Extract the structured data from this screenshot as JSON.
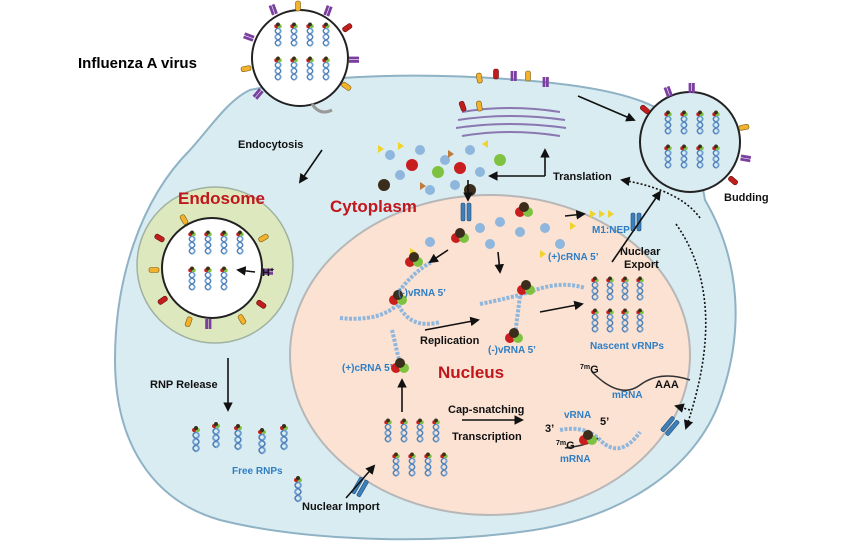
{
  "labels": {
    "title": "Influenza A virus",
    "endocytosis": "Endocytosis",
    "endosome": "Endosome",
    "cytoplasm": "Cytoplasm",
    "nucleus": "Nucleus",
    "h_plus": "H",
    "h_plus_sup": "+",
    "rnp_release": "RNP Release",
    "free_rnps": "Free RNPs",
    "nuclear_import": "Nuclear Import",
    "translation": "Translation",
    "budding": "Budding",
    "m1_nep": "M1:NEP",
    "nuclear_export_1": "Nuclear",
    "nuclear_export_2": "Export",
    "pos_crna_top": "(+)cRNA 5’",
    "neg_vrna_left": "(-)vRNA 5’",
    "replication": "Replication",
    "neg_vrna_mid": "(-)vRNA 5’",
    "pos_crna_left": "(+)cRNA 5’",
    "nascent_vrnps": "Nascent vRNPs",
    "cap_snatching": "Cap-snatching",
    "transcription": "Transcription",
    "m7g_top_sup": "7m",
    "m7g_top": "G",
    "aaa": "AAA",
    "mrna_top": "mRNA",
    "vrna": "vRNA",
    "three_prime": "3’",
    "five_prime": "5’",
    "m7g_bot_sup": "7m",
    "m7g_bot": "G",
    "mrna_bot": "mRNA"
  },
  "colors": {
    "cell_fill": "#d9ecf2",
    "cell_stroke": "#8fb2c4",
    "endosome_fill": "#dde8bf",
    "nucleus_fill": "#fbe2d3",
    "label_red": "#c0161c",
    "label_blue": "#2f7ec4",
    "rna_blue": "#8fb6dc",
    "ha_spike": "#f2b22d",
    "na_spike": "#7b3fa0",
    "m2_spike": "#c21d1d"
  }
}
